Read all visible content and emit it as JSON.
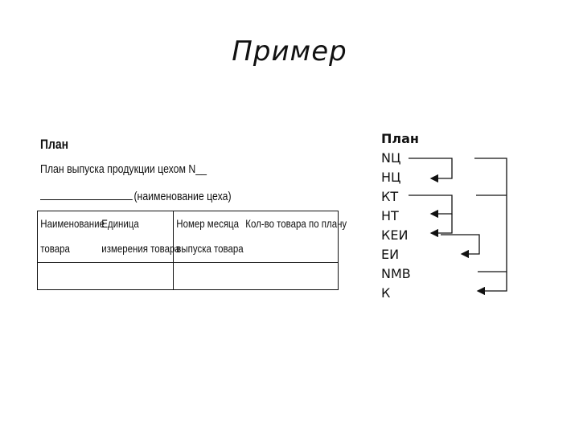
{
  "title": "Пример",
  "document": {
    "heading": "План",
    "line1": "План выпуска продукции цехом N__",
    "line2_suffix": "(наименование цеха)",
    "table": {
      "col1": [
        "Наименование",
        "товара"
      ],
      "col2": [
        "Единица",
        "измерения товара"
      ],
      "col3": [
        "Номер месяца",
        "выпуска товара"
      ],
      "col4": [
        "Кол-во товара по плану",
        ""
      ]
    }
  },
  "codes": [
    "План",
    "NЦ",
    "НЦ",
    "КТ",
    "НТ",
    "КЕИ",
    "ЕИ",
    "NМВ",
    "К"
  ]
}
